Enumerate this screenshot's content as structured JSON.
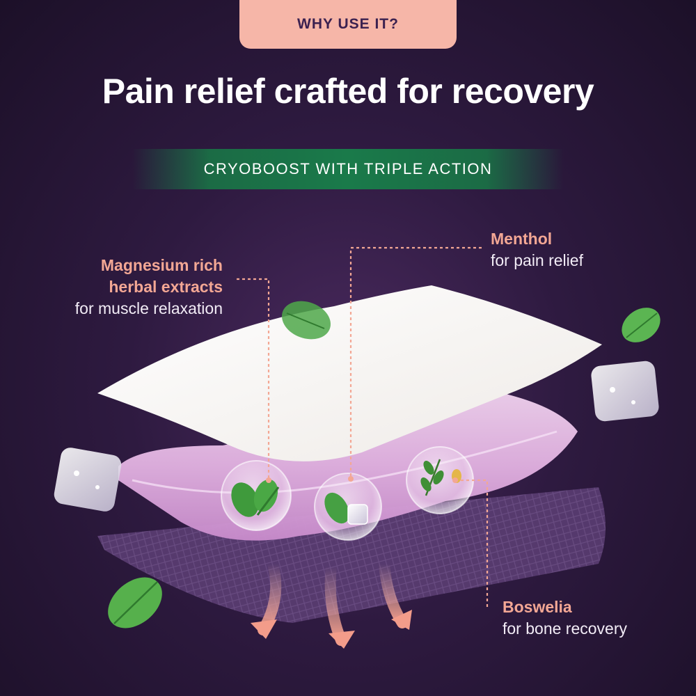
{
  "badge": {
    "text": "WHY USE IT?"
  },
  "headline": {
    "text": "Pain relief crafted for recovery"
  },
  "ribbon": {
    "text": "CRYOBOOST WITH TRIPLE ACTION"
  },
  "ingredients": [
    {
      "name": "Magnesium rich",
      "name_line2": "herbal extracts",
      "benefit": "for muscle relaxation"
    },
    {
      "name": "Menthol",
      "benefit": "for pain relief"
    },
    {
      "name": "Boswelia",
      "benefit": "for bone recovery"
    }
  ],
  "colors": {
    "background": "#2e1a40",
    "accent_salmon": "#f3a794",
    "ribbon_green": "#1a7a4a",
    "gel_pink": "#e8bde6"
  }
}
